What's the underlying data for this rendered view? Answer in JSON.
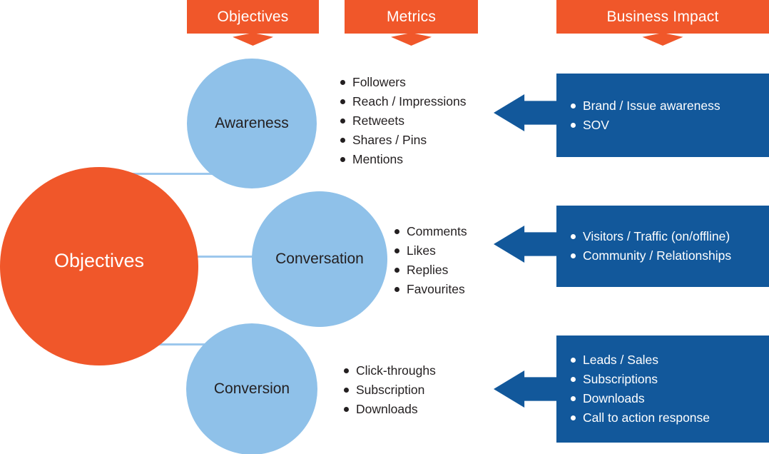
{
  "colors": {
    "orange": "#F0572A",
    "light_blue": "#8FC1E9",
    "connector_blue": "#9CC7ED",
    "dark_blue": "#12589B",
    "text_dark": "#231F20",
    "text_white": "#FFFFFF"
  },
  "headers": {
    "objectives": "Objectives",
    "metrics": "Metrics",
    "business_impact": "Business Impact"
  },
  "hub": {
    "label": "Objectives"
  },
  "rows": [
    {
      "objective": "Awareness",
      "metrics": [
        "Followers",
        "Reach / Impressions",
        "Retweets",
        "Shares / Pins",
        "Mentions"
      ],
      "impact": [
        "Brand / Issue awareness",
        "SOV"
      ]
    },
    {
      "objective": "Conversation",
      "metrics": [
        "Comments",
        "Likes",
        "Replies",
        "Favourites"
      ],
      "impact": [
        "Visitors / Traffic (on/offline)",
        "Community / Relationships"
      ]
    },
    {
      "objective": "Conversion",
      "metrics": [
        "Click-throughs",
        "Subscription",
        "Downloads"
      ],
      "impact": [
        "Leads / Sales",
        "Subscriptions",
        "Downloads",
        "Call to action response"
      ]
    }
  ]
}
